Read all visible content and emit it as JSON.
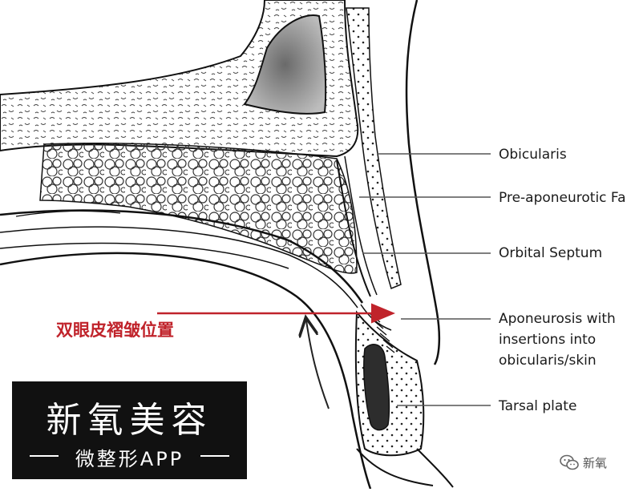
{
  "labels": {
    "obicularis": "Obicularis",
    "pre_aponeurotic": "Pre-aponeurotic Fa",
    "orbital_septum": "Orbital Septum",
    "aponeurosis_1": "Aponeurosis with",
    "aponeurosis_2": "insertions into",
    "aponeurosis_3": "obicularis/skin",
    "tarsal_plate": "Tarsal plate"
  },
  "annotation": {
    "text": "双眼皮褶皱位置",
    "color": "#c0232b"
  },
  "watermark": {
    "title": "新氧美容",
    "subtitle": "微整形APP"
  },
  "source": {
    "text": "新氧",
    "icon": "wechat-icon"
  }
}
